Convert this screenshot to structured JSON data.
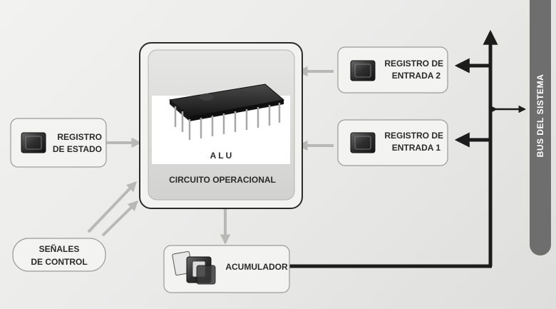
{
  "alu": {
    "chip_label": "A L U",
    "title": "CIRCUITO OPERACIONAL"
  },
  "registro_entrada_2": {
    "line1": "REGISTRO DE",
    "line2": "ENTRADA 2"
  },
  "registro_entrada_1": {
    "line1": "REGISTRO DE",
    "line2": "ENTRADA 1"
  },
  "registro_estado": {
    "line1": "REGISTRO",
    "line2": "DE ESTADO"
  },
  "senales_control": {
    "line1": "SEÑALES",
    "line2": "DE CONTROL"
  },
  "acumulador": {
    "label": "ACUMULADOR"
  },
  "bus": {
    "label": "BUS DEL SISTEMA"
  },
  "colors": {
    "bus_bar": "#6e6e6e",
    "dark_arrow": "#1c1c1c",
    "light_arrow": "#b8b8b8",
    "box_border": "#2b2b2b"
  },
  "icons": [
    "chip-icon",
    "alu-chip-icon",
    "accumulator-icon"
  ]
}
